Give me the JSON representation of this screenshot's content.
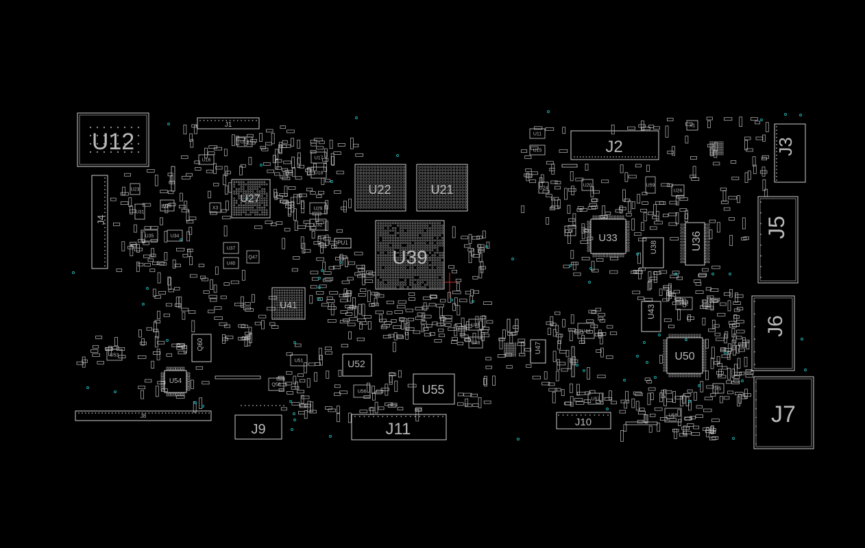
{
  "viewer": {
    "background": "#000000",
    "outline_color": "#d0d0d0",
    "label_color": "#bbbbbb",
    "via_color": "#1fb5b5",
    "cursor_color": "#ff4040"
  },
  "components": [
    {
      "ref": "U12",
      "kind": "connector"
    },
    {
      "ref": "J1",
      "kind": "connector"
    },
    {
      "ref": "J2",
      "kind": "connector"
    },
    {
      "ref": "J3",
      "kind": "connector"
    },
    {
      "ref": "J4",
      "kind": "connector"
    },
    {
      "ref": "J5",
      "kind": "connector"
    },
    {
      "ref": "J6",
      "kind": "connector"
    },
    {
      "ref": "J7",
      "kind": "connector"
    },
    {
      "ref": "J8",
      "kind": "connector"
    },
    {
      "ref": "J9",
      "kind": "connector"
    },
    {
      "ref": "J10",
      "kind": "connector"
    },
    {
      "ref": "J11",
      "kind": "connector"
    },
    {
      "ref": "U22",
      "kind": "bga"
    },
    {
      "ref": "U21",
      "kind": "bga"
    },
    {
      "ref": "U39",
      "kind": "bga"
    },
    {
      "ref": "U27",
      "kind": "bga"
    },
    {
      "ref": "U41",
      "kind": "bga"
    },
    {
      "ref": "U33",
      "kind": "qfn"
    },
    {
      "ref": "U36",
      "kind": "ic"
    },
    {
      "ref": "U38",
      "kind": "ic"
    },
    {
      "ref": "U43",
      "kind": "ic"
    },
    {
      "ref": "U50",
      "kind": "qfn"
    },
    {
      "ref": "U52",
      "kind": "ic"
    },
    {
      "ref": "U55",
      "kind": "ic"
    },
    {
      "ref": "U54",
      "kind": "qfn"
    },
    {
      "ref": "Q60",
      "kind": "ic"
    },
    {
      "ref": "U47",
      "kind": "ic"
    },
    {
      "ref": "PU1",
      "kind": "ic"
    },
    {
      "ref": "U13",
      "kind": "ic"
    },
    {
      "ref": "U16",
      "kind": "ic"
    },
    {
      "ref": "U17",
      "kind": "ic"
    },
    {
      "ref": "U18",
      "kind": "ic"
    },
    {
      "ref": "U11",
      "kind": "ic"
    },
    {
      "ref": "U15",
      "kind": "ic"
    },
    {
      "ref": "U20",
      "kind": "ic"
    },
    {
      "ref": "U23",
      "kind": "ic"
    },
    {
      "ref": "U24",
      "kind": "ic"
    },
    {
      "ref": "U26",
      "kind": "ic"
    },
    {
      "ref": "U28",
      "kind": "ic"
    },
    {
      "ref": "U29",
      "kind": "ic"
    },
    {
      "ref": "U31",
      "kind": "ic"
    },
    {
      "ref": "U32",
      "kind": "ic"
    },
    {
      "ref": "U34",
      "kind": "ic"
    },
    {
      "ref": "U35",
      "kind": "ic"
    },
    {
      "ref": "U37",
      "kind": "ic"
    },
    {
      "ref": "U40",
      "kind": "ic"
    },
    {
      "ref": "U42",
      "kind": "ic"
    },
    {
      "ref": "U44",
      "kind": "ic"
    },
    {
      "ref": "U45",
      "kind": "ic"
    },
    {
      "ref": "U48",
      "kind": "ic"
    },
    {
      "ref": "U51",
      "kind": "ic"
    },
    {
      "ref": "U53",
      "kind": "ic"
    },
    {
      "ref": "U56",
      "kind": "ic"
    },
    {
      "ref": "U57",
      "kind": "ic"
    },
    {
      "ref": "U58",
      "kind": "ic"
    },
    {
      "ref": "U59",
      "kind": "ic"
    },
    {
      "ref": "Q47",
      "kind": "ic"
    },
    {
      "ref": "Q58",
      "kind": "ic"
    },
    {
      "ref": "X1",
      "kind": "crystal"
    },
    {
      "ref": "X3",
      "kind": "crystal"
    },
    {
      "ref": "X4",
      "kind": "crystal"
    },
    {
      "ref": "X5",
      "kind": "crystal"
    }
  ]
}
